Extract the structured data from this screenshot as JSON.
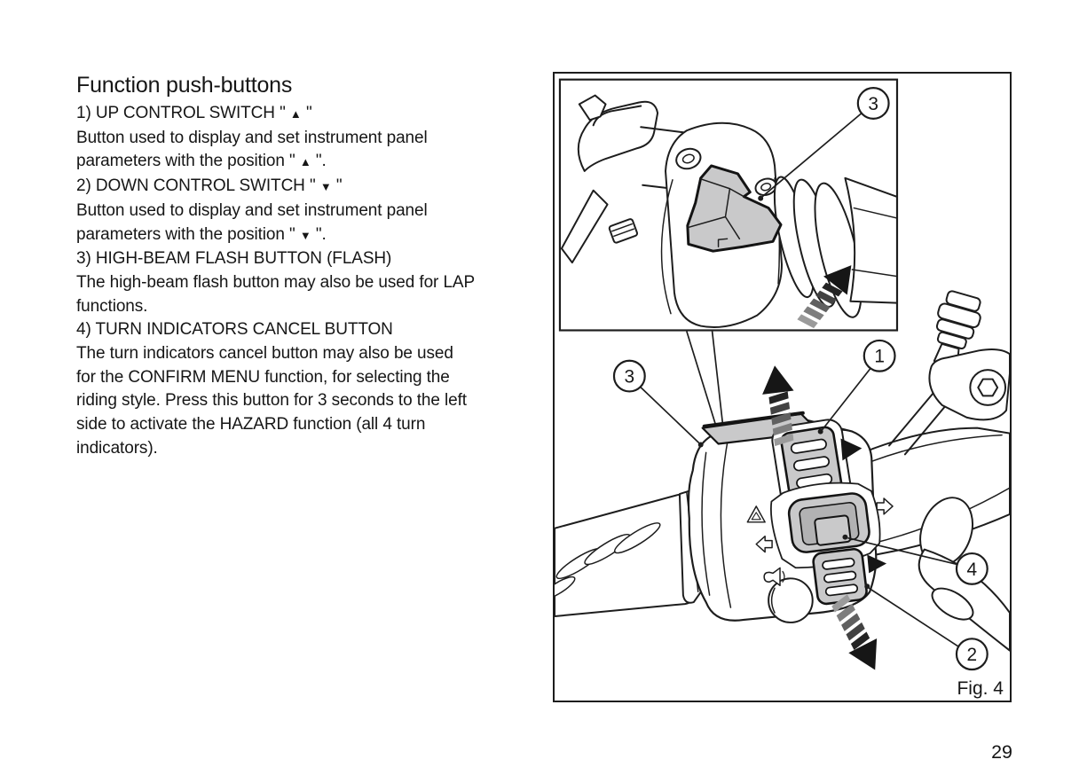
{
  "page": {
    "title": "Function push-buttons",
    "body": "1) UP CONTROL SWITCH \" ▲ \"\nButton used to display and set instrument panel\nparameters with the position \" ▲ \".\n2) DOWN CONTROL SWITCH \" ▼ \"\nButton used to display and set instrument panel\nparameters with the position \" ▼ \".\n3) HIGH-BEAM FLASH BUTTON (FLASH)\nThe high-beam flash button may also be used for LAP\nfunctions.\n4) TURN INDICATORS CANCEL BUTTON\nThe turn indicators cancel button may also be used\nfor the CONFIRM MENU function, for selecting the\nriding style. Press this button for 3 seconds to the left\nside to activate the HAZARD function (all 4 turn\nindicators).",
    "page_number": "29"
  },
  "figure": {
    "caption": "Fig. 4",
    "callouts": {
      "up_control_switch": "1",
      "down_control_switch": "2",
      "high_beam_flash_button": "3",
      "high_beam_flash_button_inset": "3",
      "turn_indicators_cancel_button": "4"
    },
    "colors": {
      "line_art": "#1d1d1d",
      "button_fill": "#c9c9ca",
      "page_background": "#ffffff"
    }
  }
}
